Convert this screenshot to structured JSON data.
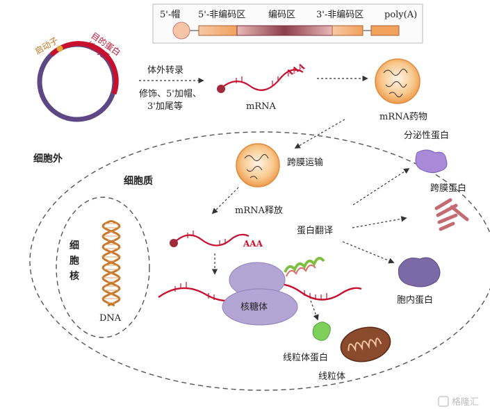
{
  "mrna_structure": {
    "cap_label": "5'-帽",
    "utr5_label": "5'-非编码区",
    "cds_label": "编码区",
    "utr3_label": "3'-非编码区",
    "polya_label": "poly(A)"
  },
  "plasmid": {
    "promoter_label": "启动子",
    "target_label_line1": "目的蛋白",
    "target_label_line2": "编码区"
  },
  "process": {
    "ivt_label": "体外转录",
    "mod_label_line1": "修饰、5'加帽、",
    "mod_label_line2": "3'加尾等",
    "mrna_label": "mRNA",
    "poly_a_mark": "AAA",
    "drug_label": "mRNA药物",
    "transport_label": "跨膜运输",
    "release_label": "mRNA释放",
    "translation_label": "蛋白翻译",
    "ribosome_label": "核糖体"
  },
  "cell": {
    "outside_label": "细胞外",
    "cytoplasm_label": "细胞质",
    "nucleus_label_1": "细",
    "nucleus_label_2": "胞",
    "nucleus_label_3": "核",
    "dna_label": "DNA"
  },
  "proteins": {
    "secreted": "分泌性蛋白",
    "transmembrane": "跨膜蛋白",
    "intracellular": "胞内蛋白",
    "mito_protein": "线粒体蛋白",
    "mitochondria": "线粒体"
  },
  "watermark": {
    "text": "格隆汇"
  },
  "colors": {
    "rna_red": "#c8102e",
    "orange": "#f0a15c",
    "ribosome_purple": "#b4a6d4",
    "plasmid_purple": "#5d4785"
  }
}
